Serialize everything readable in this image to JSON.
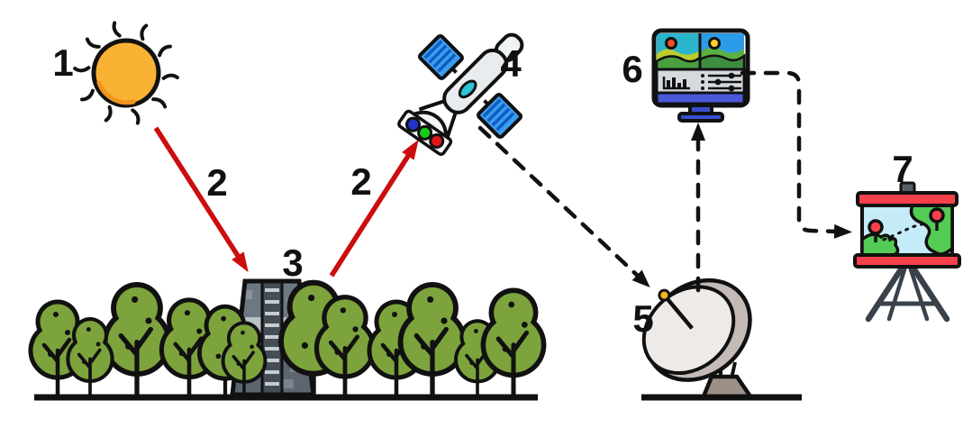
{
  "diagram": {
    "labels": {
      "sun": "1",
      "radiation_incoming": "2",
      "radiation_reflected": "2",
      "ground_target": "3",
      "satellite": "4",
      "ground_station": "5",
      "processing_monitor": "6",
      "map_board": "7"
    },
    "icons": [
      "sun-icon",
      "forest-icon",
      "tower-icon",
      "satellite-icon",
      "dish-antenna-icon",
      "monitor-icon",
      "map-easel-icon"
    ],
    "colors": {
      "sun": "#F9B233",
      "sun_shade": "#F0951F",
      "arrow_red": "#CC0D0D",
      "tree_green": "#7DA33C",
      "tower_upper": "#6E7883",
      "tower_band": "#B9C0C6",
      "tower_lower": "#5D666F",
      "solar_panel": "#3B9DF0",
      "solar_stripe": "#0F5CC0",
      "satellite_body": "#E8ECEF",
      "satellite_nose": "#F0F3F4",
      "window_teal": "#2CC5D8",
      "sensor_blue": "#1F35CC",
      "sensor_green": "#19CC19",
      "sensor_red": "#E01616",
      "dish_face": "#EDEAE8",
      "dish_rim": "#C4BBB7",
      "pedestal": "#9C9089",
      "antenna_tip": "#F5B81C",
      "monitor_sky_left": "#2AB5CB",
      "monitor_sky_right": "#2D9CE8",
      "monitor_sun_left": "#F04E23",
      "monitor_sun_right": "#FFD22E",
      "hill_light": "#BCCB2F",
      "hill_green": "#4A9F3F",
      "hill_green2": "#5CB043",
      "hill_dark": "#3E8E41",
      "monitor_band": "#D6DADE",
      "monitor_strip": "#4A58D8",
      "monitor_stand": "#3C4ECF",
      "board_red": "#F6404B",
      "map_water": "#C5EBF8",
      "map_land": "#53CB55",
      "easel": "#39414A",
      "outline": "#111111"
    }
  }
}
